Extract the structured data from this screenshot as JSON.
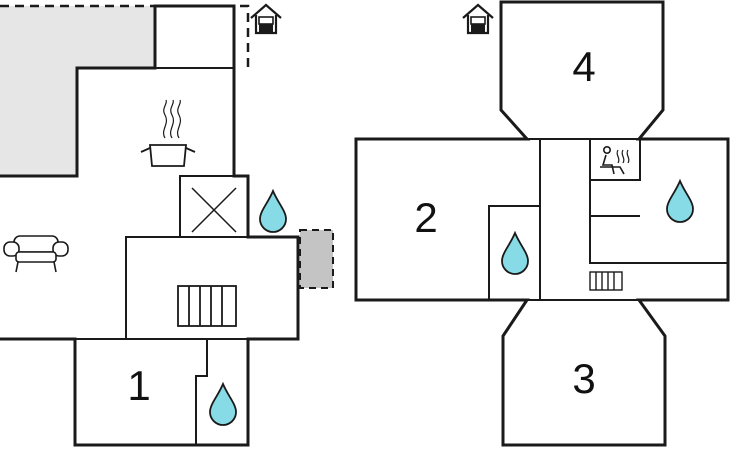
{
  "colors": {
    "wall": "#1a1a1a",
    "terrace": "#e6e6e6",
    "outdoor_block": "#c4c4c4",
    "water": "#87dbe6",
    "background": "#ffffff"
  },
  "left_building": {
    "icons": [
      "house-entrance-icon",
      "kitchen-pot-icon",
      "sofa-icon",
      "stairs-icon",
      "radiator-icon",
      "water-drop-icon"
    ],
    "rooms": [
      {
        "label": "1"
      }
    ]
  },
  "right_building": {
    "icons": [
      "house-entrance-icon",
      "sauna-icon",
      "radiator-icon",
      "water-drop-icon"
    ],
    "rooms": [
      {
        "label": "2"
      },
      {
        "label": "3"
      },
      {
        "label": "4"
      }
    ]
  }
}
